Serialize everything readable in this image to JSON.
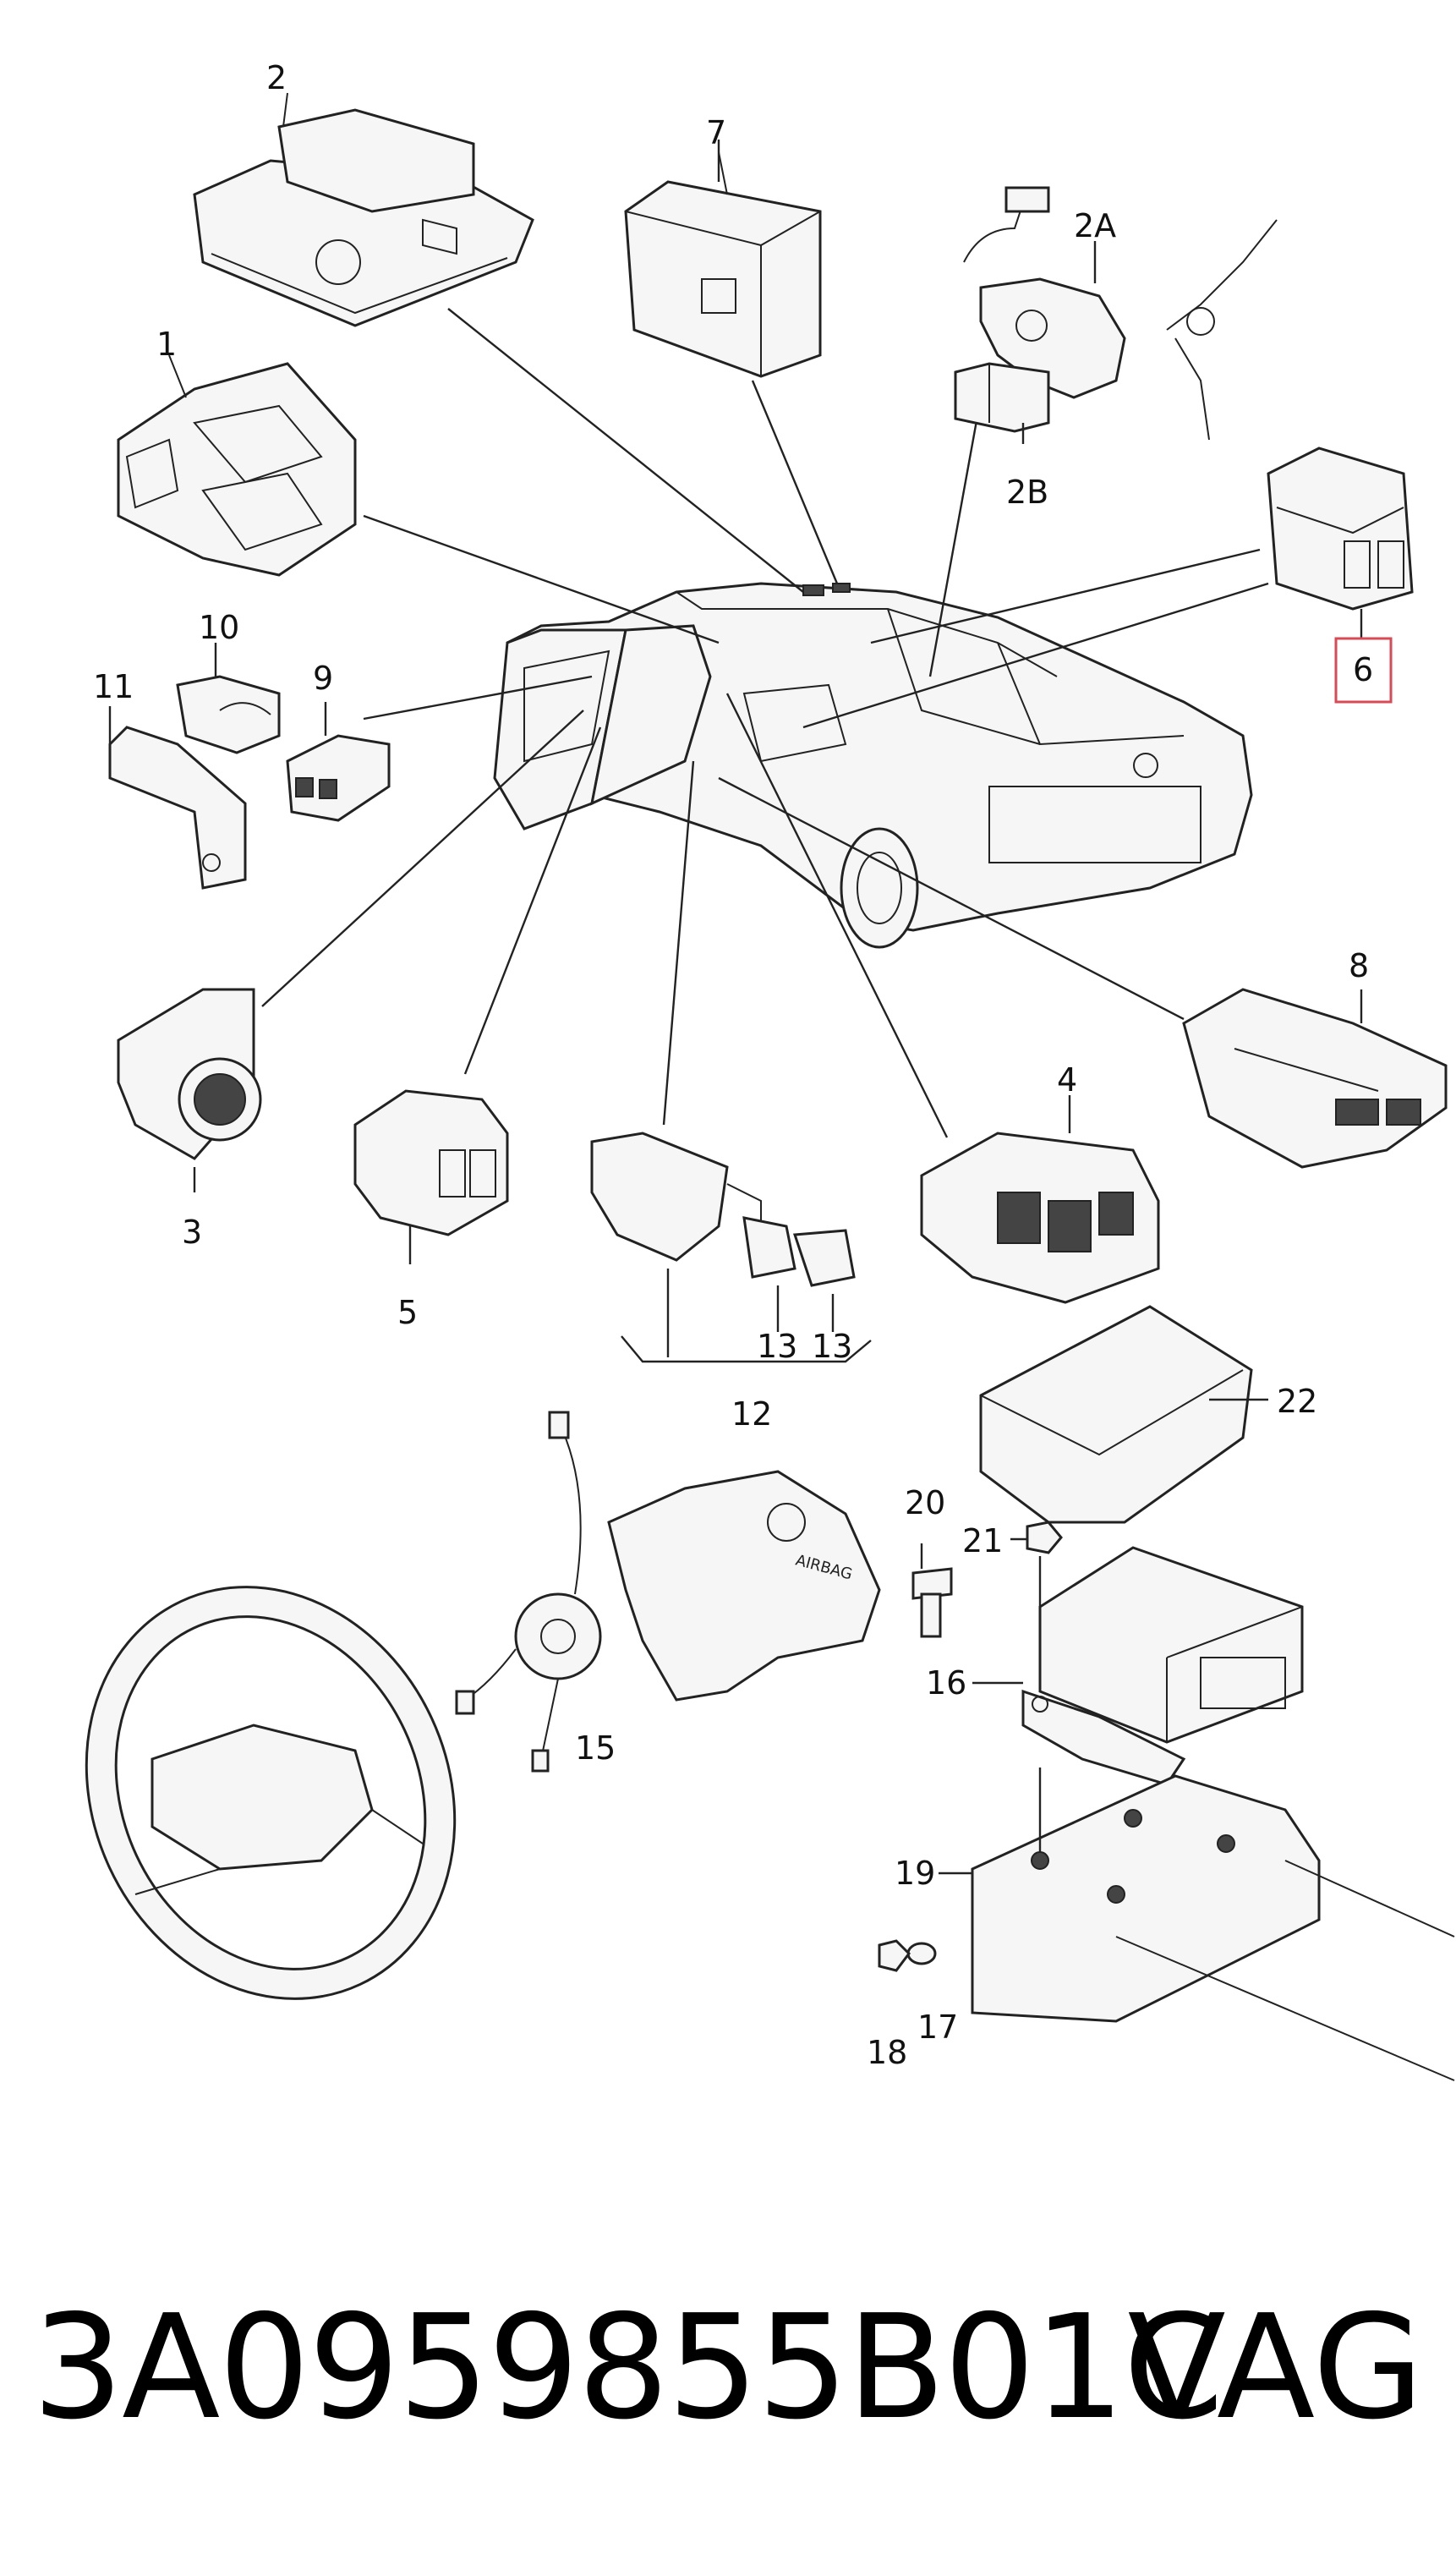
{
  "labels": {
    "l1": "1",
    "l2": "2",
    "l2a": "2A",
    "l2b": "2B",
    "l3": "3",
    "l4": "4",
    "l5": "5",
    "l6": "6",
    "l7": "7",
    "l8": "8",
    "l9": "9",
    "l10": "10",
    "l11": "11",
    "l12": "12",
    "l13a": "13",
    "l13b": "13",
    "l15": "15",
    "l16": "16",
    "l17": "17",
    "l18": "18",
    "l19": "19",
    "l20": "20",
    "l21": "21",
    "l22": "22"
  },
  "airbag_text": "AIRBAG",
  "highlight_color": "#d94a55",
  "footer": {
    "part_number": "3A0959855B01C",
    "brand": "VAG"
  }
}
